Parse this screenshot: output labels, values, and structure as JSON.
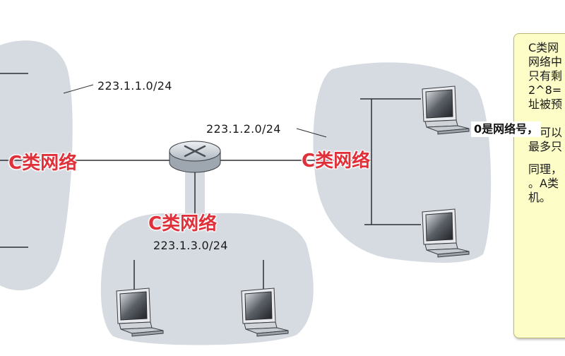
{
  "networks": {
    "subnet_1": "223.1.1.0/24",
    "subnet_2": "223.1.2.0/24",
    "subnet_3": "223.1.3.0/24"
  },
  "class_labels": {
    "left": "C类网络",
    "right": "C类网络",
    "bottom": "C类网络"
  },
  "note": {
    "lines": [
      "C类网",
      "网络中",
      "只有剩",
      "2^8=",
      "址被预",
      "址可以",
      "最多只"
    ],
    "para2_lines": [
      "同理，",
      "。A类",
      "机。"
    ]
  },
  "callout": "0是网络号，",
  "colors": {
    "cloud": "#d6dbe1",
    "class_label": "#e0303a",
    "note_bg": "#fdfdc8"
  }
}
